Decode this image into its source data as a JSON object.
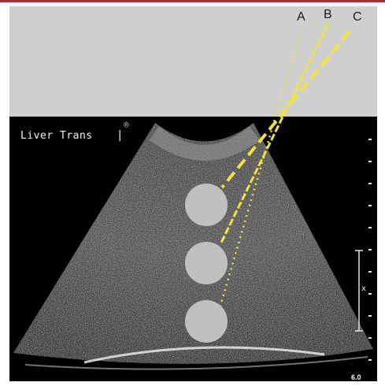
{
  "image": {
    "label": "Liver  Trans",
    "label_cursor": "|",
    "probe_marker": "®",
    "depth_readout": "6.0",
    "scale_marker": "x"
  },
  "needle_paths": [
    {
      "name": "A",
      "style": "dotted"
    },
    {
      "name": "B",
      "style": "dashed-fine"
    },
    {
      "name": "C",
      "style": "dashed"
    }
  ],
  "colors": {
    "needle": "#f2e33a",
    "target": "#c8c8c8",
    "background_band": "#cfcfcf",
    "scan_field": "#000000",
    "rule": "#b5253a"
  }
}
